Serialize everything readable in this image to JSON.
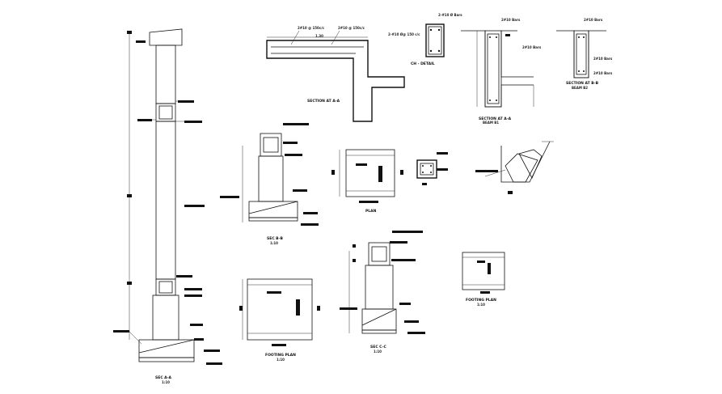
{
  "labels": {
    "section_aa_title": "SECTION AT A-A",
    "rebar_top_1": "2#10 @ 150c/c",
    "rebar_top_2": "2#10 @ 150c/c",
    "ch_detail": "CH - DETAIL",
    "ch_rebar": "2-#10 Ø@ 150 c/c",
    "ch_top": "2-#10 Ø Bars",
    "sec_aa_right": "SECTION AT A-A",
    "sec_aa_right_sub": "BEAM B1",
    "sec_bb_right": "SECTION AT B-B",
    "sec_bb_right_sub": "BEAM B2",
    "plan_title": "PLAN",
    "sec_bb_mid": "SEC B-B",
    "sec_bb_mid_scale": "1:10",
    "footing_plan_left": "FOOTING PLAN",
    "footing_plan_left_scale": "1:10",
    "sec_cc": "SEC C-C",
    "sec_cc_scale": "1:10",
    "footing_plan_right": "FOOTING PLAN",
    "footing_plan_right_scale": "1:10",
    "sec_aa_left": "SEC A-A",
    "sec_aa_left_scale": "1:10"
  }
}
